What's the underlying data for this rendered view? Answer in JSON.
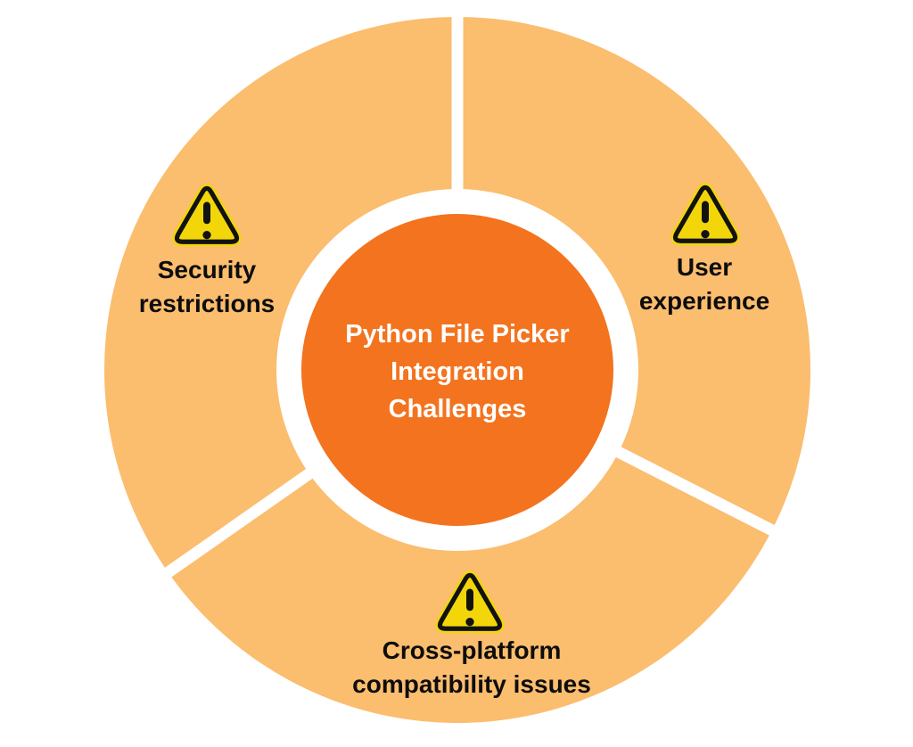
{
  "page": {
    "background_color": "#ffffff"
  },
  "diagram": {
    "type": "donut-cycle-diagram",
    "center": {
      "title_lines": [
        "Python File Picker",
        "Integration",
        "Challenges"
      ],
      "title_full": "Python File Picker Integration Challenges",
      "fill_color": "#F3731E",
      "text_color": "#ffffff"
    },
    "ring": {
      "fill_color": "#FBBD6E",
      "divider_color": "#ffffff",
      "segment_count": 3
    },
    "warning_icon": {
      "glyph": "warning-triangle",
      "fill_color": "#F2D60A",
      "stroke_color": "#121212"
    },
    "segments": [
      {
        "id": "security-restrictions",
        "label_lines": [
          "Security",
          "restrictions"
        ],
        "label_full": "Security restrictions",
        "position": "left"
      },
      {
        "id": "user-experience",
        "label_lines": [
          "User",
          "experience"
        ],
        "label_full": "User experience",
        "position": "right"
      },
      {
        "id": "cross-platform-compatibility",
        "label_lines": [
          "Cross-platform",
          "compatibility issues"
        ],
        "label_full": "Cross-platform compatibility issues",
        "position": "bottom"
      }
    ]
  }
}
